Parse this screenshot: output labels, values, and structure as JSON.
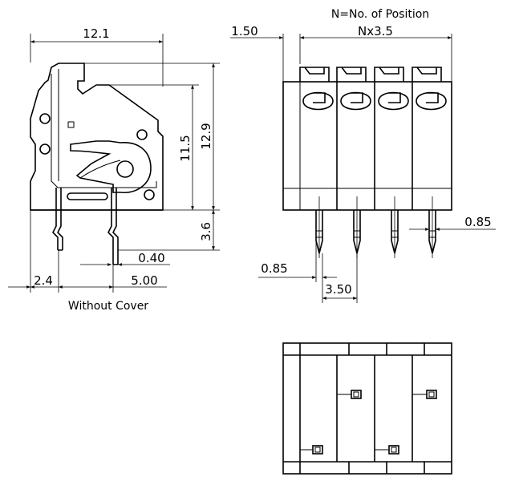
{
  "side_view": {
    "width_dim": "12.1",
    "height_body_dim": "11.5",
    "height_total_dim": "12.9",
    "pin_length_dim": "3.6",
    "pin_thickness_dim": "0.40",
    "pin_offset_dim": "2.4",
    "pin_spacing_dim": "5.00",
    "caption": "Without Cover"
  },
  "front_view": {
    "positions_note": "N=No. of Position",
    "pitch_formula": "Nx3.5",
    "edge_offset_dim": "1.50",
    "pin_width_dim": "0.85",
    "pin_width_dim_2": "0.85",
    "pin_pitch_dim": "3.50",
    "position_count": 4
  },
  "colors": {
    "line": "#000000",
    "background": "#ffffff"
  }
}
